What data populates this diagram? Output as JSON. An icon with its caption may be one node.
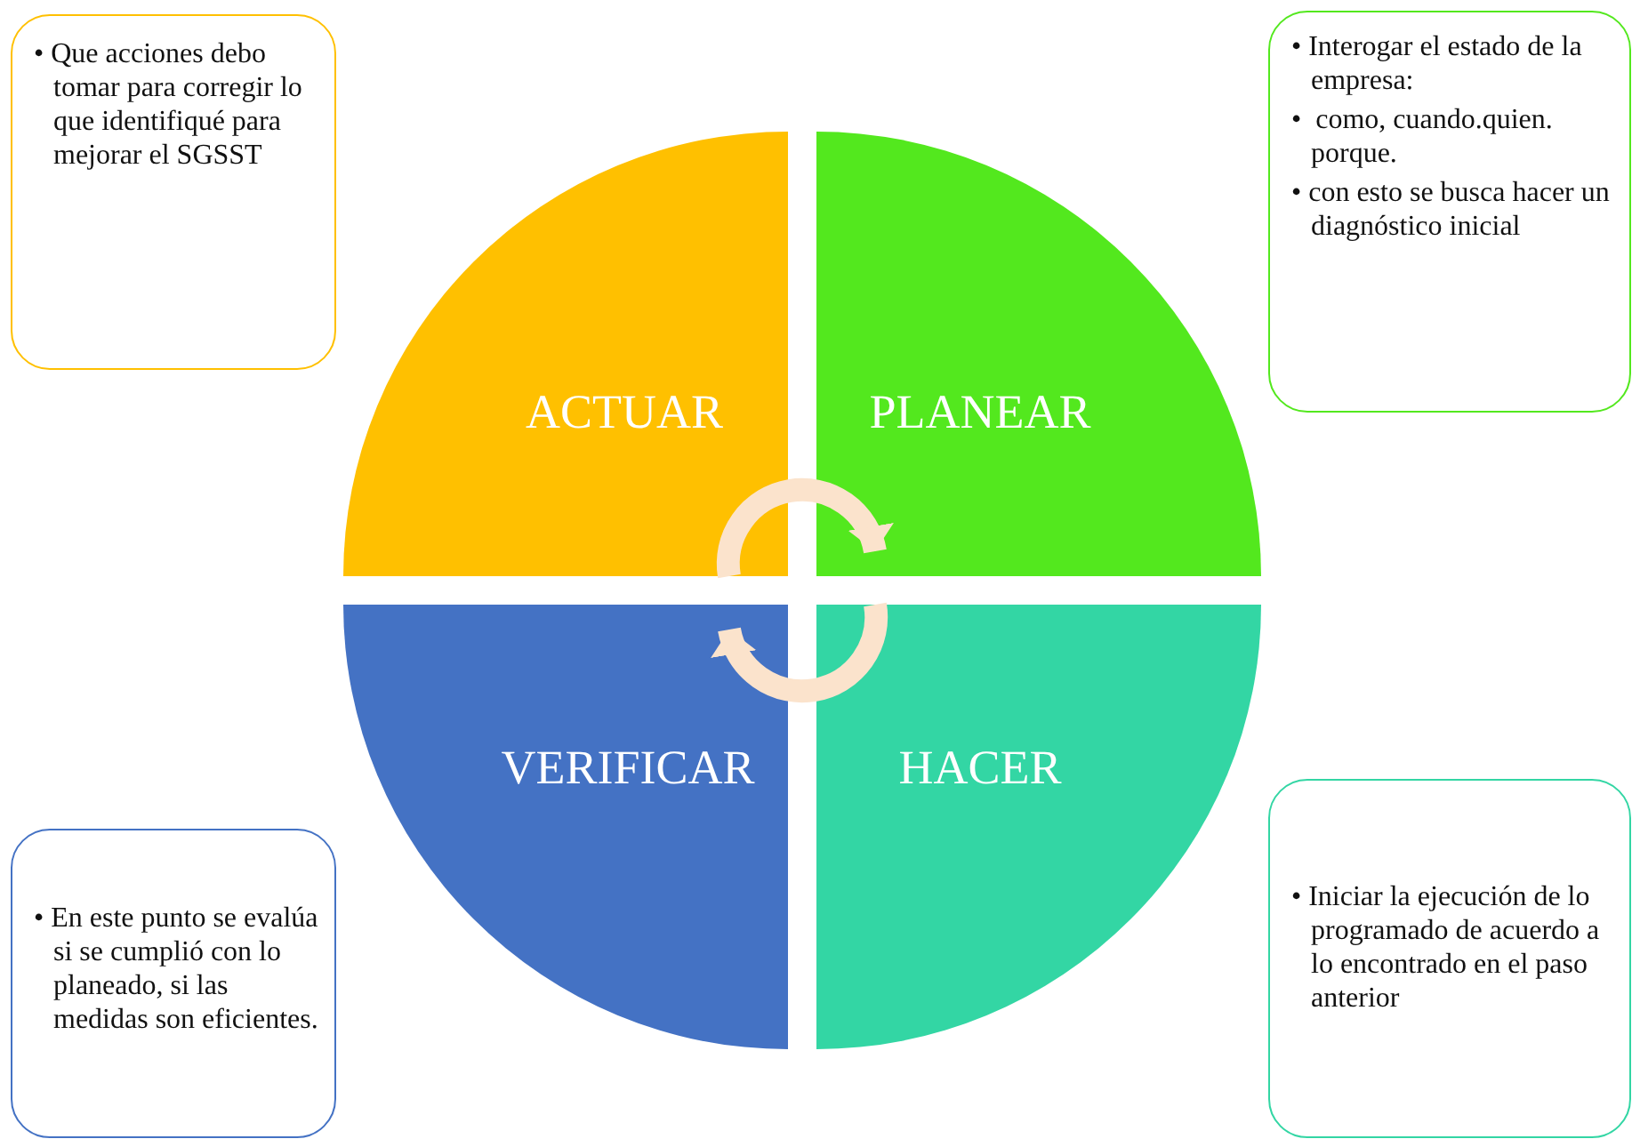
{
  "diagram": {
    "nodes": [
      {
        "text": [
          "ACTUAR"
        ]
      },
      {
        "text": [
          "PLANEAR"
        ]
      },
      {
        "text": [
          "VERIFICAR"
        ]
      },
      {
        "text": [
          "HACER"
        ]
      },
      {
        "text": [
          "• Que acciones debo tomar para corregir lo que identifiqué para mejorar el SGSST"
        ]
      },
      {
        "text": [
          "• Interogar el estado de la empresa:",
          "•  como, cuando.quien. porque.",
          "• con esto se busca hacer un diagnóstico inicial"
        ]
      },
      {
        "text": [
          "• En este punto se evalúa si se cumplió con lo planeado, si las medidas son eficientes."
        ]
      },
      {
        "text": [
          "• Iniciar la ejecución de lo programado de acuerdo a lo encontrado en el paso anterior"
        ]
      }
    ],
    "edges": [
      {
        "from": 0,
        "to": 1,
        "arrow": "to"
      },
      {
        "from": 3,
        "to": 2,
        "arrow": "to"
      }
    ]
  }
}
